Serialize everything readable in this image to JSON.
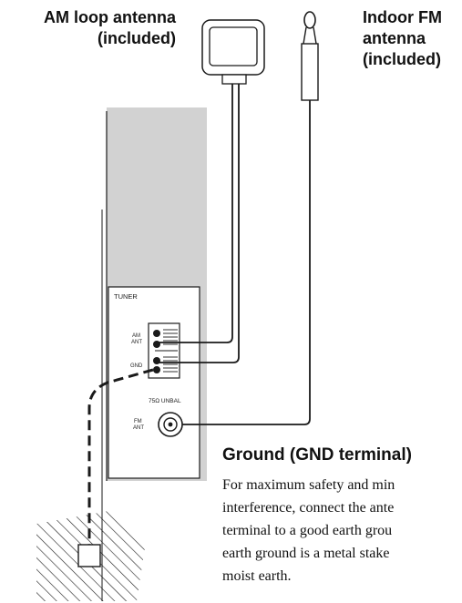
{
  "callouts": {
    "am_antenna": [
      "AM loop antenna",
      "(included)"
    ],
    "fm_antenna": [
      "Indoor FM",
      "antenna",
      "(included)"
    ]
  },
  "panel": {
    "section_label": "TUNER",
    "am_terminal_label": [
      "AM",
      "ANT"
    ],
    "gnd_terminal_label": "GND",
    "fm_impedance_label": "75Ω UNBAL",
    "fm_terminal_label": [
      "FM",
      "ANT"
    ]
  },
  "ground_note": {
    "title": "Ground (GND terminal)",
    "lines": [
      "For maximum safety and min",
      "interference, connect the ante",
      "terminal to a good earth grou",
      "earth ground is a metal stake",
      "moist earth."
    ]
  },
  "colors": {
    "panel_fill": "#d2d2d2",
    "line": "#1a1a1a",
    "background": "#ffffff"
  }
}
